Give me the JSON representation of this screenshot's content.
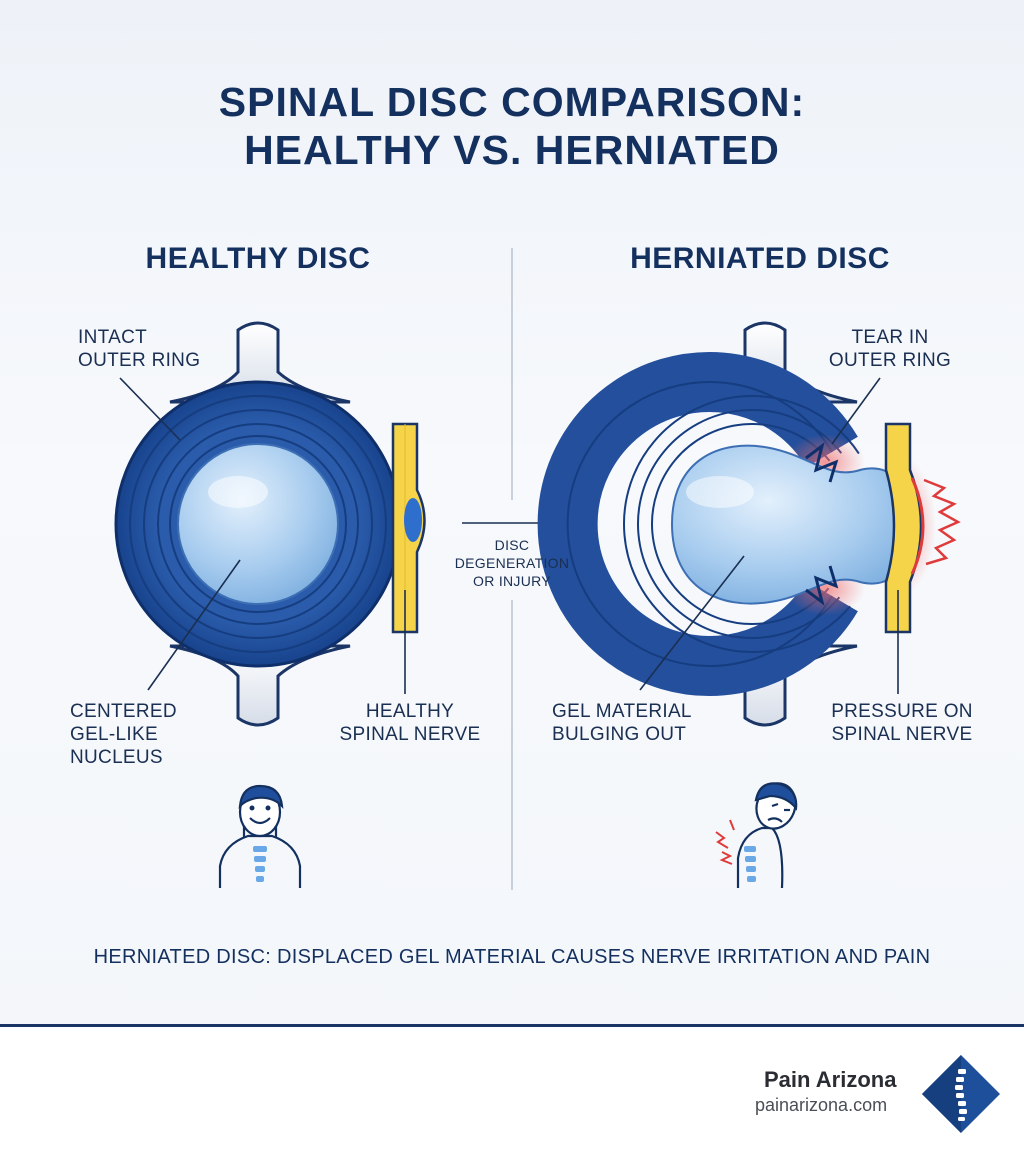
{
  "title": {
    "line1": "SPINAL DISC COMPARISON:",
    "line2": "HEALTHY VS. HERNIATED"
  },
  "healthy": {
    "heading": "HEALTHY DISC",
    "outer_ring_label": [
      "INTACT",
      "OUTER RING"
    ],
    "nucleus_label": [
      "CENTERED",
      "GEL-LIKE",
      "NUCLEUS"
    ],
    "nerve_label": [
      "HEALTHY",
      "SPINAL NERVE"
    ]
  },
  "herniated": {
    "heading": "HERNIATED DISC",
    "tear_label": [
      "TEAR IN",
      "OUTER RING"
    ],
    "gel_label": [
      "GEL MATERIAL",
      "BULGING OUT"
    ],
    "pressure_label": [
      "PRESSURE ON",
      "SPINAL NERVE"
    ]
  },
  "transition": [
    "DISC",
    "DEGENERATION",
    "OR INJURY"
  ],
  "caption": "HERNIATED DISC: DISPLACED GEL MATERIAL CAUSES NERVE IRRITATION AND PAIN",
  "footer": {
    "brand": "Pain Arizona",
    "url": "painarizona.com"
  },
  "colors": {
    "navy": "#13305f",
    "disc_blue": "#1f4f9c",
    "nucleus": "#a9cdef",
    "nerve": "#f5d44a",
    "pain_red": "#e03b3b"
  },
  "icons": [
    "happy-person-icon",
    "pained-person-icon",
    "spine-logo-icon"
  ]
}
